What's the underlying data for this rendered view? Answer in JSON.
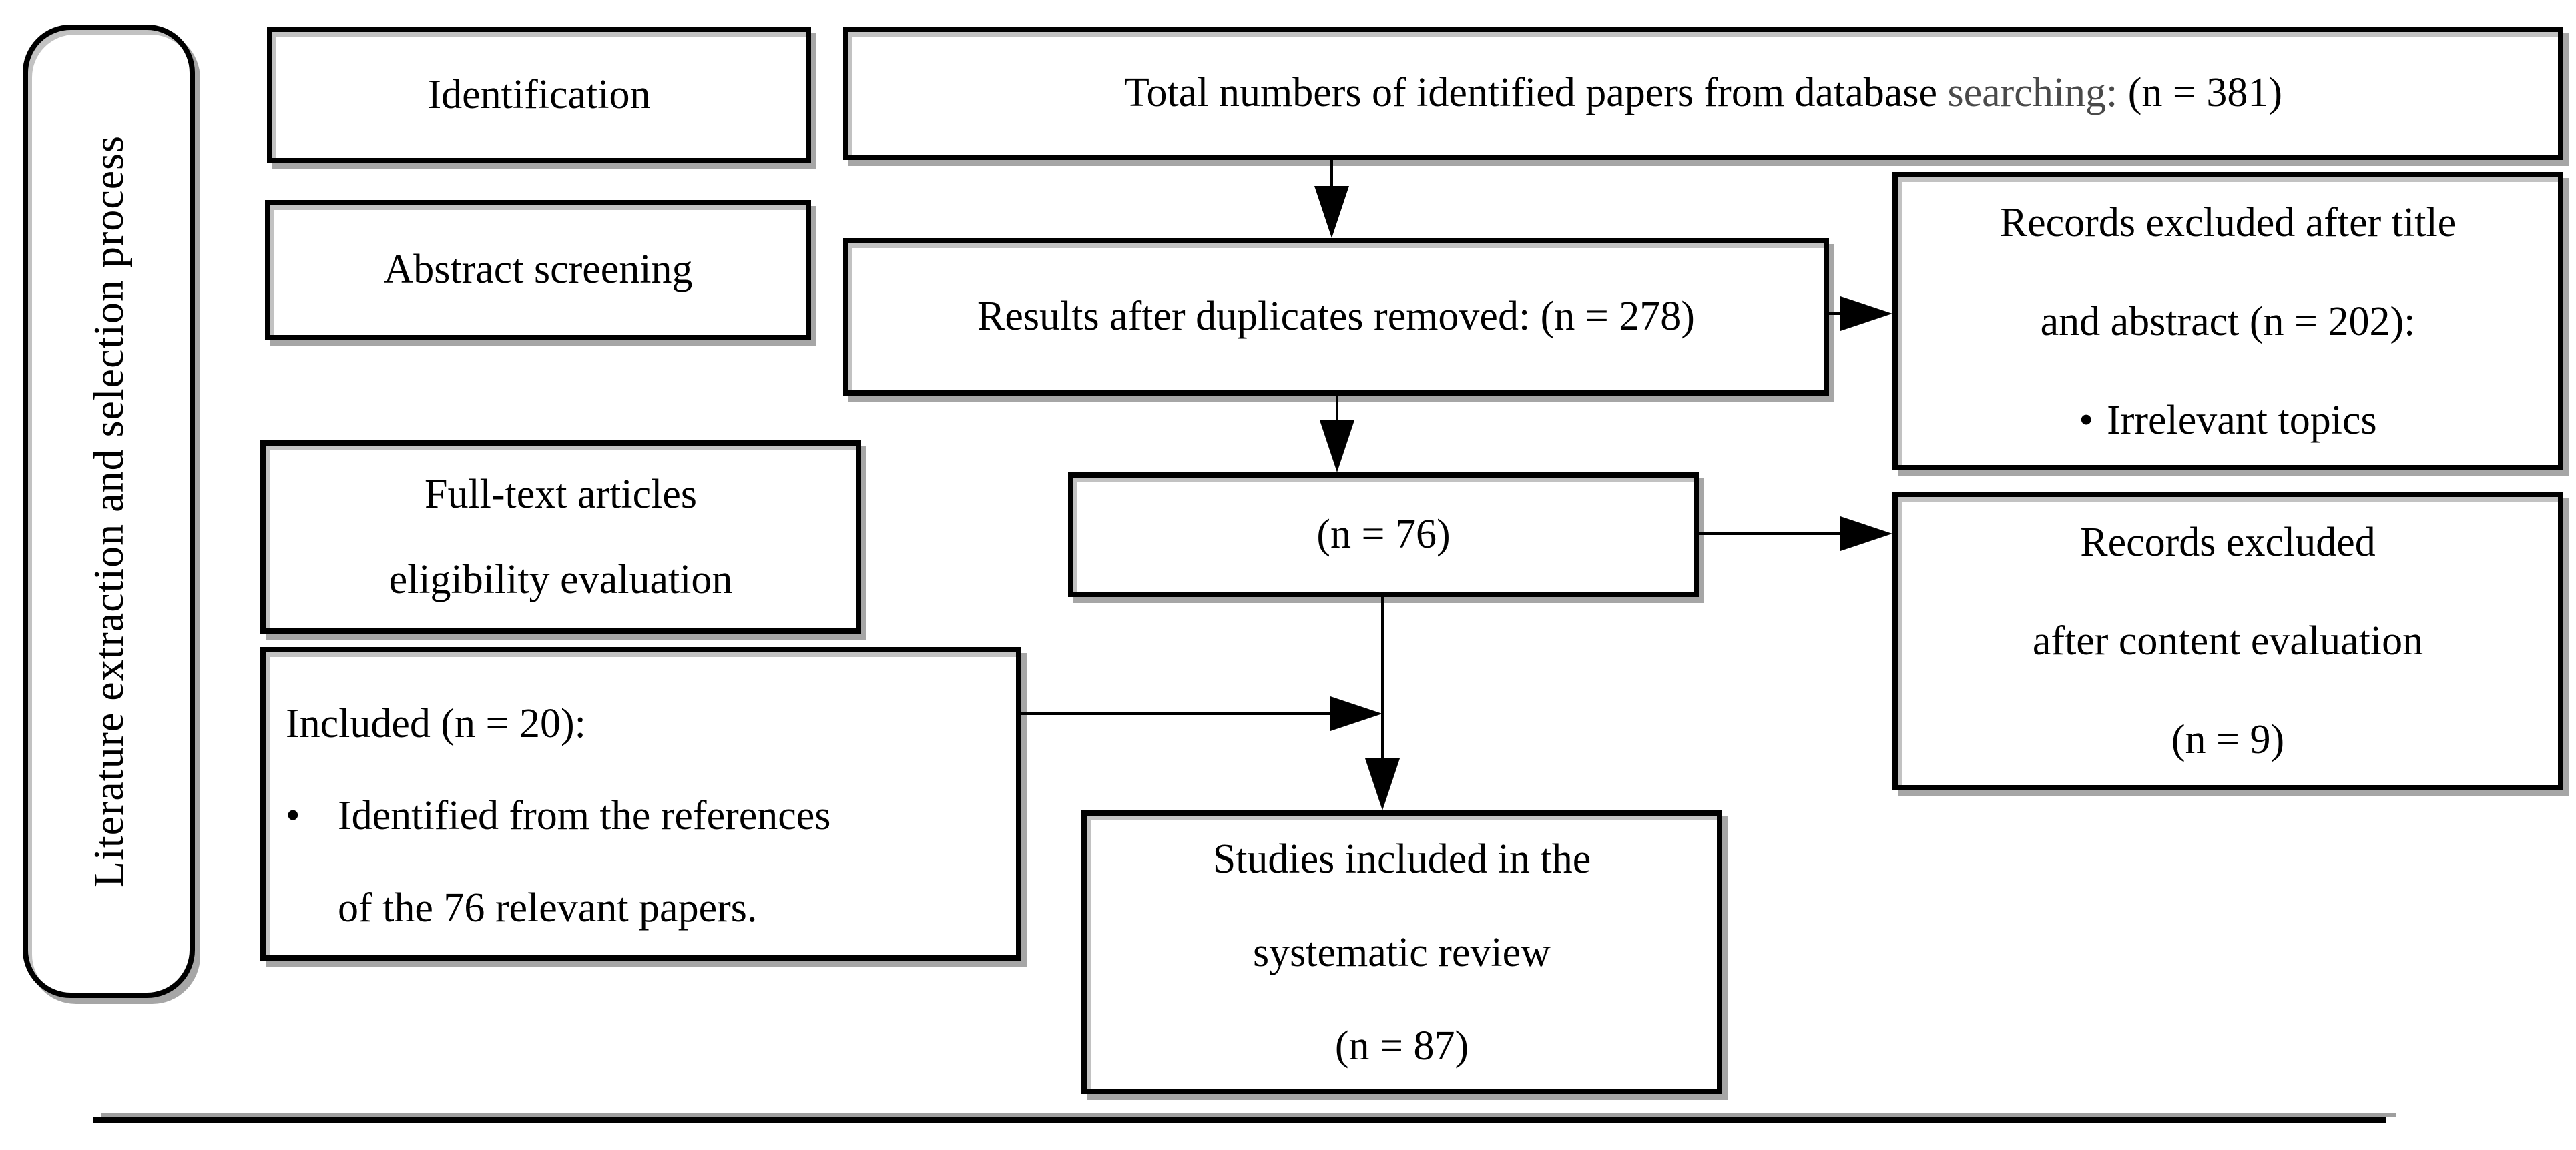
{
  "colors": {
    "ink": "#000000",
    "soft_ink": "#4a4a4a",
    "box_border": "#000000",
    "box_shadow": "#a6a6a6",
    "background": "#ffffff"
  },
  "sidebar": {
    "label": "Literature extraction and selection process"
  },
  "stages": {
    "identification": {
      "label": "Identification"
    },
    "abstract_screening": {
      "label": "Abstract screening"
    },
    "full_text": {
      "line1": "Full-text articles",
      "line2": "eligibility evaluation"
    },
    "included": {
      "title": "Included (n = 20):",
      "bullet": "•",
      "item_line1": "Identified from the references",
      "item_line2": "of the 76 relevant papers."
    }
  },
  "flow": {
    "total": {
      "text_before": "Total numbers of identified papers from database ",
      "text_soft": "searching:",
      "text_after": " (n = 381)"
    },
    "duplicates": {
      "label": "Results after duplicates removed: (n = 278)"
    },
    "fulltext_count": {
      "label": "(n = 76)"
    },
    "final": {
      "line1": "Studies included in the",
      "line2": "systematic review",
      "line3": "(n = 87)"
    }
  },
  "exclusions": {
    "title_abstract": {
      "line1": "Records excluded after title",
      "line2": "and abstract (n = 202):",
      "bullet": "•",
      "item": "Irrelevant topics"
    },
    "content_eval": {
      "line1": "Records excluded",
      "line2": "after content evaluation",
      "line3": "(n = 9)"
    }
  }
}
